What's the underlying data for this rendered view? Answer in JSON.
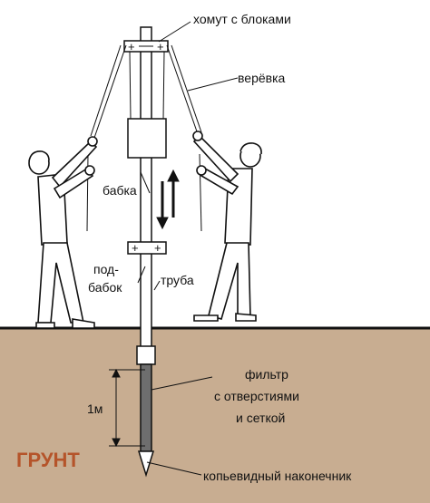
{
  "labels": {
    "clamp": "хомут с блоками",
    "rope": "верёвка",
    "weight": "бабка",
    "sub_weight_1": "под-",
    "sub_weight_2": "бабок",
    "pipe": "труба",
    "filter_1": "фильтр",
    "filter_2": "с отверстиями",
    "filter_3": "и сеткой",
    "dimension": "1м",
    "ground": "ГРУНТ",
    "tip": "копьевидный наконечник",
    "plus": "+"
  },
  "colors": {
    "ground": "#c8ad91",
    "ground_label": "#b5542a",
    "line": "#111111",
    "filter": "#6e6e6e",
    "background": "#ffffff"
  },
  "icons": {
    "motion": "up-down-arrows-icon"
  }
}
